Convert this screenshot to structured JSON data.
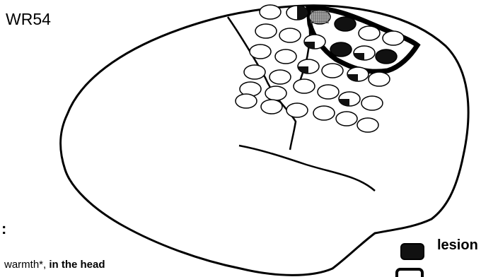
{
  "figure": {
    "subject_label": "WR54",
    "colon": ":",
    "sensation_prefix": "warmth*, ",
    "sensation_emphasis": "in the head",
    "legend": [
      {
        "label": "lesion",
        "swatch": "filled-black"
      },
      {
        "label": "",
        "swatch": "outline"
      }
    ],
    "colors": {
      "ink": "#000000",
      "background": "#ffffff"
    }
  }
}
